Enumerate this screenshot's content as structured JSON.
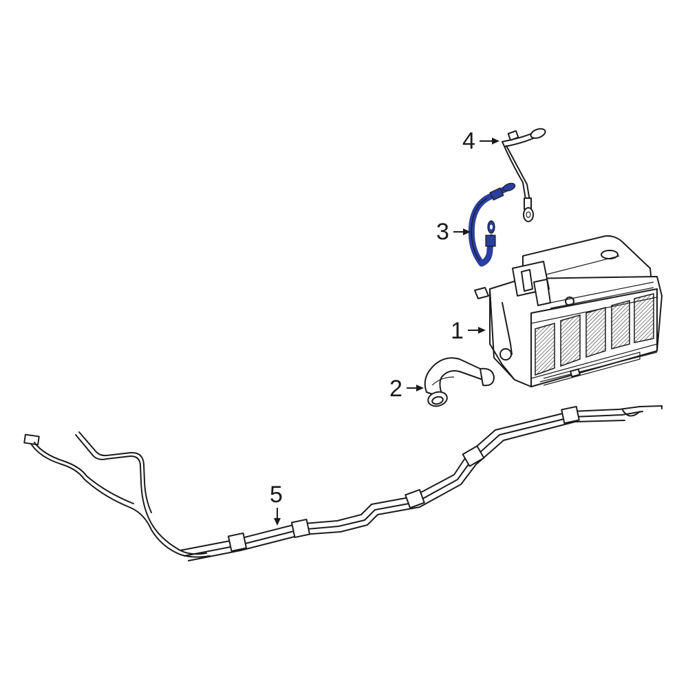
{
  "diagram": {
    "highlight_color": "#2a3f9e",
    "line_color": "#1a1a1a",
    "background_color": "#ffffff"
  },
  "callouts": [
    {
      "id": "1",
      "label": "1",
      "part": "battery"
    },
    {
      "id": "2",
      "label": "2",
      "part": "vent-hose"
    },
    {
      "id": "3",
      "label": "3",
      "part": "battery-cable-highlighted"
    },
    {
      "id": "4",
      "label": "4",
      "part": "battery-cable"
    },
    {
      "id": "5",
      "label": "5",
      "part": "cable-harness"
    }
  ]
}
